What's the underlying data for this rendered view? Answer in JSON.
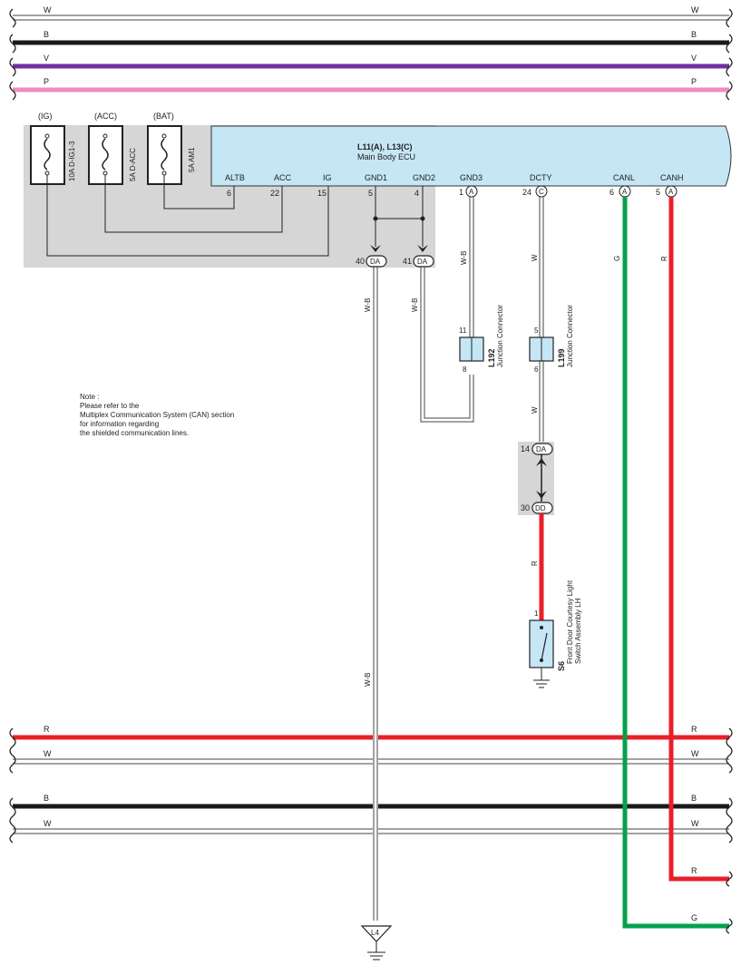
{
  "colors": {
    "background": "#ffffff",
    "ecu_fill": "#c5e6f5",
    "shade": "#d6d6d6",
    "wire_black": "#1a1a1a",
    "wire_violet": "#7030a0",
    "wire_pink": "#ef8cc0",
    "wire_red": "#e8202a",
    "wire_green": "#05a14c",
    "component_fill": "#c5e6f5"
  },
  "buses_top": [
    {
      "color_code": "W",
      "color": "#ffffff"
    },
    {
      "color_code": "B",
      "color": "#1a1a1a"
    },
    {
      "color_code": "V",
      "color": "#7030a0"
    },
    {
      "color_code": "P",
      "color": "#ef8cc0"
    }
  ],
  "buses_bottom": [
    {
      "color_code": "R",
      "color": "#e8202a"
    },
    {
      "color_code": "W",
      "color": "#ffffff"
    },
    {
      "color_code": "B",
      "color": "#1a1a1a"
    },
    {
      "color_code": "W",
      "color": "#ffffff"
    }
  ],
  "fuses": [
    {
      "power_label": "(IG)",
      "rating": "10A D-IG1-3"
    },
    {
      "power_label": "(ACC)",
      "rating": "5A D-ACC"
    },
    {
      "power_label": "(BAT)",
      "rating": "5A AM1"
    }
  ],
  "ecu": {
    "title": "L11(A), L13(C)",
    "subtitle": "Main Body ECU",
    "terminals": [
      {
        "name": "ALTB",
        "pin": "6"
      },
      {
        "name": "ACC",
        "pin": "22"
      },
      {
        "name": "IG",
        "pin": "15"
      },
      {
        "name": "GND1",
        "pin": "5"
      },
      {
        "name": "GND2",
        "pin": "4"
      },
      {
        "name": "GND3",
        "pin": "1",
        "connector": "A"
      },
      {
        "name": "DCTY",
        "pin": "24",
        "connector": "C"
      },
      {
        "name": "CANL",
        "pin": "6",
        "connector": "A"
      },
      {
        "name": "CANH",
        "pin": "5",
        "connector": "A"
      }
    ]
  },
  "connectors_da": [
    {
      "pin": "40",
      "id": "DA"
    },
    {
      "pin": "41",
      "id": "DA"
    }
  ],
  "wire_labels": {
    "gnd1": "W-B",
    "gnd2": "W-B",
    "gnd3": "W-B",
    "dcty_upper": "W",
    "dcty_middle": "W",
    "dcty_lower": "R",
    "canl": "G",
    "canh": "R",
    "gnd1_lower": "W-B"
  },
  "junction_connectors": [
    {
      "id": "L192",
      "name": "Junction Connector",
      "pin_top": "11",
      "pin_bottom": "8"
    },
    {
      "id": "L199",
      "name": "Junction Connector",
      "pin_top": "5",
      "pin_bottom": "6"
    }
  ],
  "inline_connector": {
    "top_pin": "14",
    "top_id": "DA",
    "bottom_pin": "30",
    "bottom_id": "DD"
  },
  "switch": {
    "id": "S6",
    "name_line1": "Front Door Courtesy Light",
    "name_line2": "Switch Assembly LH",
    "pin": "1"
  },
  "note": {
    "line1": "Note :",
    "line2": "Please refer to the",
    "line3": "Multiplex Communication System (CAN) section",
    "line4": "for information regarding",
    "line5": "the shielded communication lines."
  },
  "ground_point": "L4",
  "outgoing": [
    {
      "color_code": "R"
    },
    {
      "color_code": "G"
    }
  ]
}
